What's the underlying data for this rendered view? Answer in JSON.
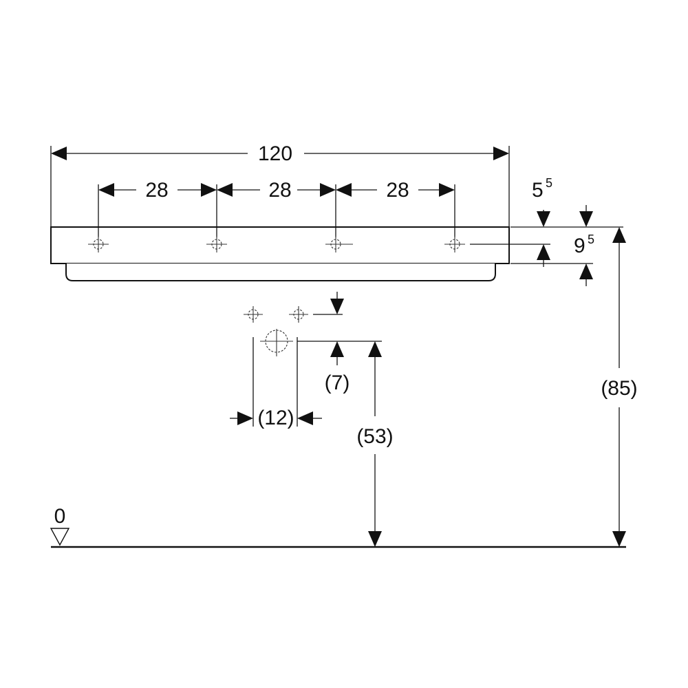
{
  "dimensions": {
    "overall_width": "120",
    "hole_spacing_1": "28",
    "hole_spacing_2": "28",
    "hole_spacing_3": "28",
    "top_thickness": {
      "base": "5",
      "sup": "5"
    },
    "front_height": {
      "base": "9",
      "sup": "5"
    },
    "outlet_offset": "(7)",
    "outlet_spacing": "(12)",
    "outlet_height": "(53)",
    "rim_height": "(85)"
  },
  "floor_reference": "0"
}
